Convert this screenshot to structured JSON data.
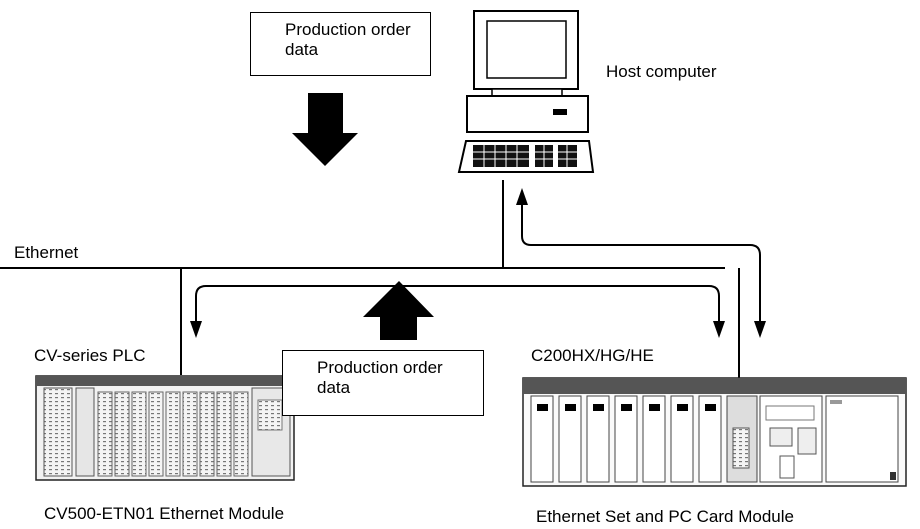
{
  "top_callout": {
    "line1": "Production order",
    "line2": "data"
  },
  "bottom_callout": {
    "line1": "Production order",
    "line2": "data"
  },
  "labels": {
    "host": "Host computer",
    "network": "Ethernet",
    "cv_plc": "CV-series PLC",
    "c200": "C200HX/HG/HE",
    "cv_module": "CV500-ETN01 Ethernet Module",
    "c200_module": "Ethernet Set and PC Card Module"
  }
}
